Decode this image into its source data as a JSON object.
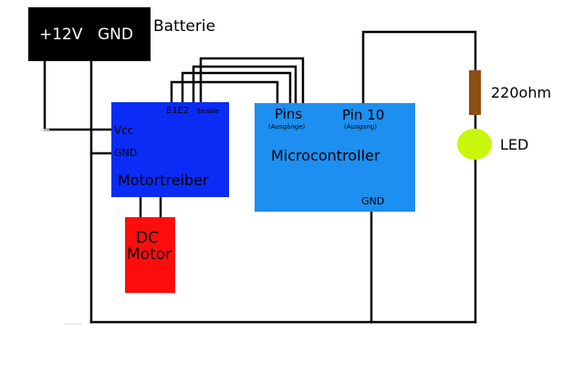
{
  "battery": {
    "plus_label": "+12V",
    "gnd_label": "GND",
    "title": "Batterie"
  },
  "motor_driver": {
    "title": "Motortreiber",
    "vcc_label": "Vcc",
    "gnd_label": "GND",
    "e1e2_label": "E1E2",
    "enable_label": "Enable"
  },
  "microcontroller": {
    "title": "Microcontroller",
    "pins_label": "Pins",
    "pins_sub": "(Ausgänge)",
    "pin10_label": "Pin 10",
    "pin10_sub": "(Ausgang)",
    "gnd_label": "GND"
  },
  "dc_motor": {
    "line1": "DC",
    "line2": "Motor"
  },
  "resistor": {
    "label": "220ohm"
  },
  "led": {
    "label": "LED"
  },
  "colors": {
    "battery": "#000000",
    "driver": "#0a2cf5",
    "mcu": "#1d8ff0",
    "motor": "#ff0d0d",
    "resistor": "#8e4f14",
    "led": "#c8f70c",
    "wire": "#000000"
  }
}
